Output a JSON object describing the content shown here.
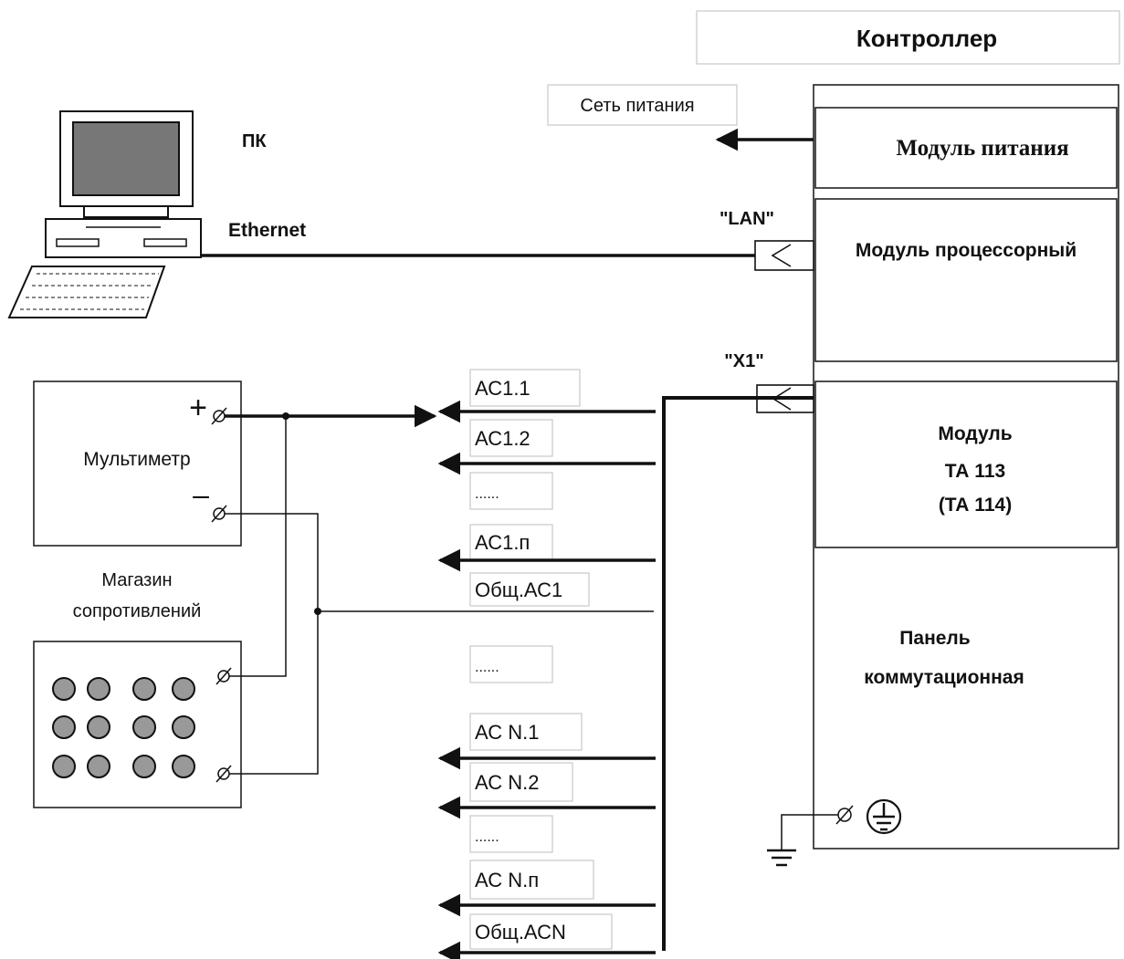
{
  "controller": {
    "title": "Контроллер",
    "power_module": "Модуль питания",
    "cpu_module": "Модуль процессорный",
    "ta_module": [
      "Модуль",
      "ТА 113",
      "(ТА 114)"
    ],
    "panel": [
      "Панель",
      "коммутационная"
    ]
  },
  "power_network": "Сеть питания",
  "pc": {
    "label": "ПК",
    "link": "Ethernet"
  },
  "connectors": {
    "lan": "\"LAN\"",
    "x1": "\"X1\""
  },
  "multimeter": {
    "label": "Мультиметр",
    "plus": "+",
    "minus": "–"
  },
  "resistance_box": {
    "label": [
      "Магазин",
      "сопротивлений"
    ]
  },
  "channels": [
    {
      "label": "АС1.1"
    },
    {
      "label": "АС1.2"
    },
    {
      "label": "......"
    },
    {
      "label": "АС1.п"
    },
    {
      "label": "Общ.АС1"
    },
    {
      "label": "......"
    },
    {
      "label": "АС N.1"
    },
    {
      "label": "АС N.2"
    },
    {
      "label": "......"
    },
    {
      "label": "АС N.п"
    },
    {
      "label": "Общ.АСN"
    }
  ]
}
